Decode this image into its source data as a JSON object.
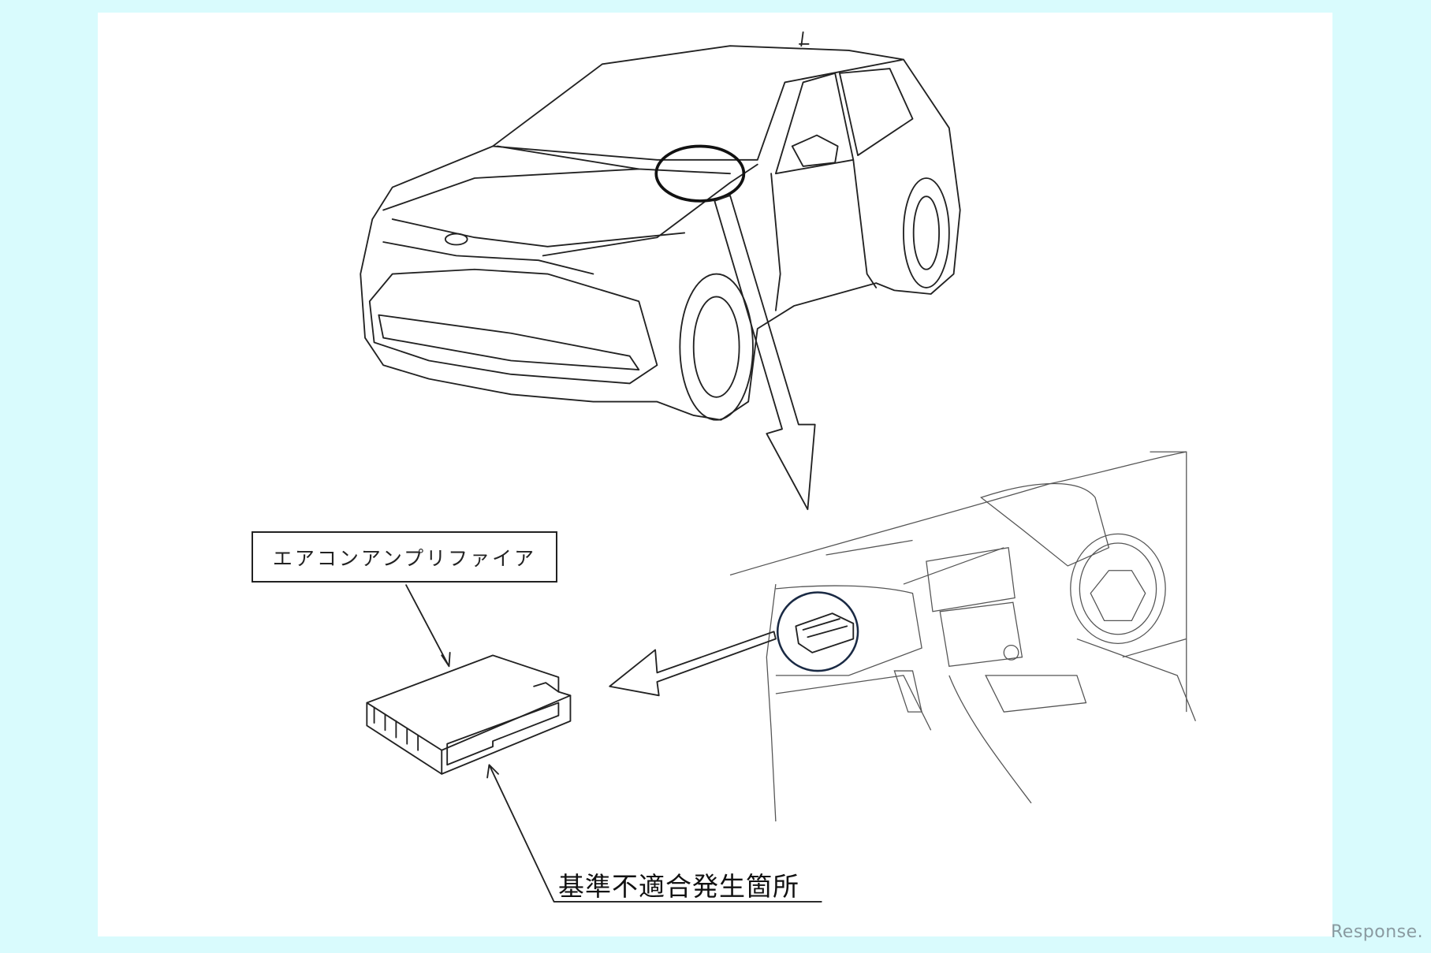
{
  "diagram": {
    "part_label": "エアコンアンプリファイア",
    "defect_label": "基準不適合発生箇所",
    "watermark": "Response.",
    "colors": {
      "background": "#d9fbfd",
      "panel": "#ffffff",
      "line": "#222222",
      "highlight_circle": "#1a2a44"
    }
  }
}
